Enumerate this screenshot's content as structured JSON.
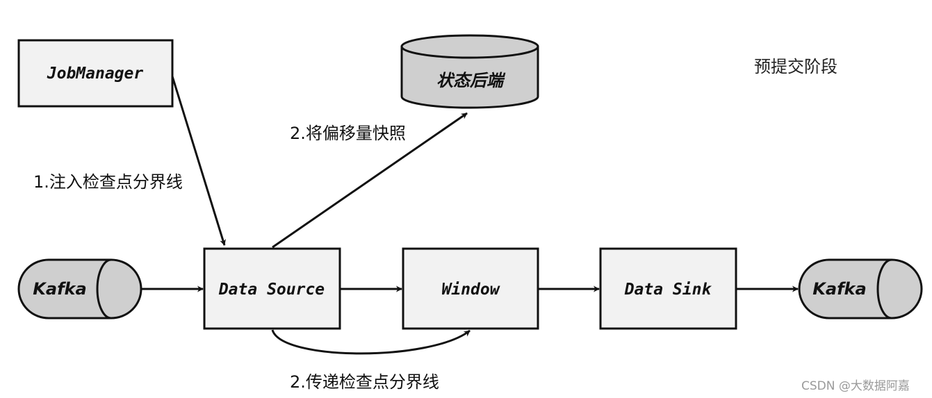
{
  "nodes": {
    "job_manager": "JobManager",
    "data_source": "Data Source",
    "window": "Window",
    "data_sink": "Data Sink"
  },
  "stores": {
    "kafka_in": "Kafka",
    "kafka_out": "Kafka",
    "state_backend": "状态后端"
  },
  "edges": {
    "inject_barrier": "1.注入检查点分界线",
    "snapshot_offset": "2.将偏移量快照",
    "pass_barrier": "2.传递检查点分界线"
  },
  "stage": "预提交阶段",
  "watermark": "CSDN @大数据阿嘉",
  "colors": {
    "box_fill": "#f2f2f2",
    "cylinder_fill": "#cfcfcf",
    "stroke": "#111111"
  }
}
